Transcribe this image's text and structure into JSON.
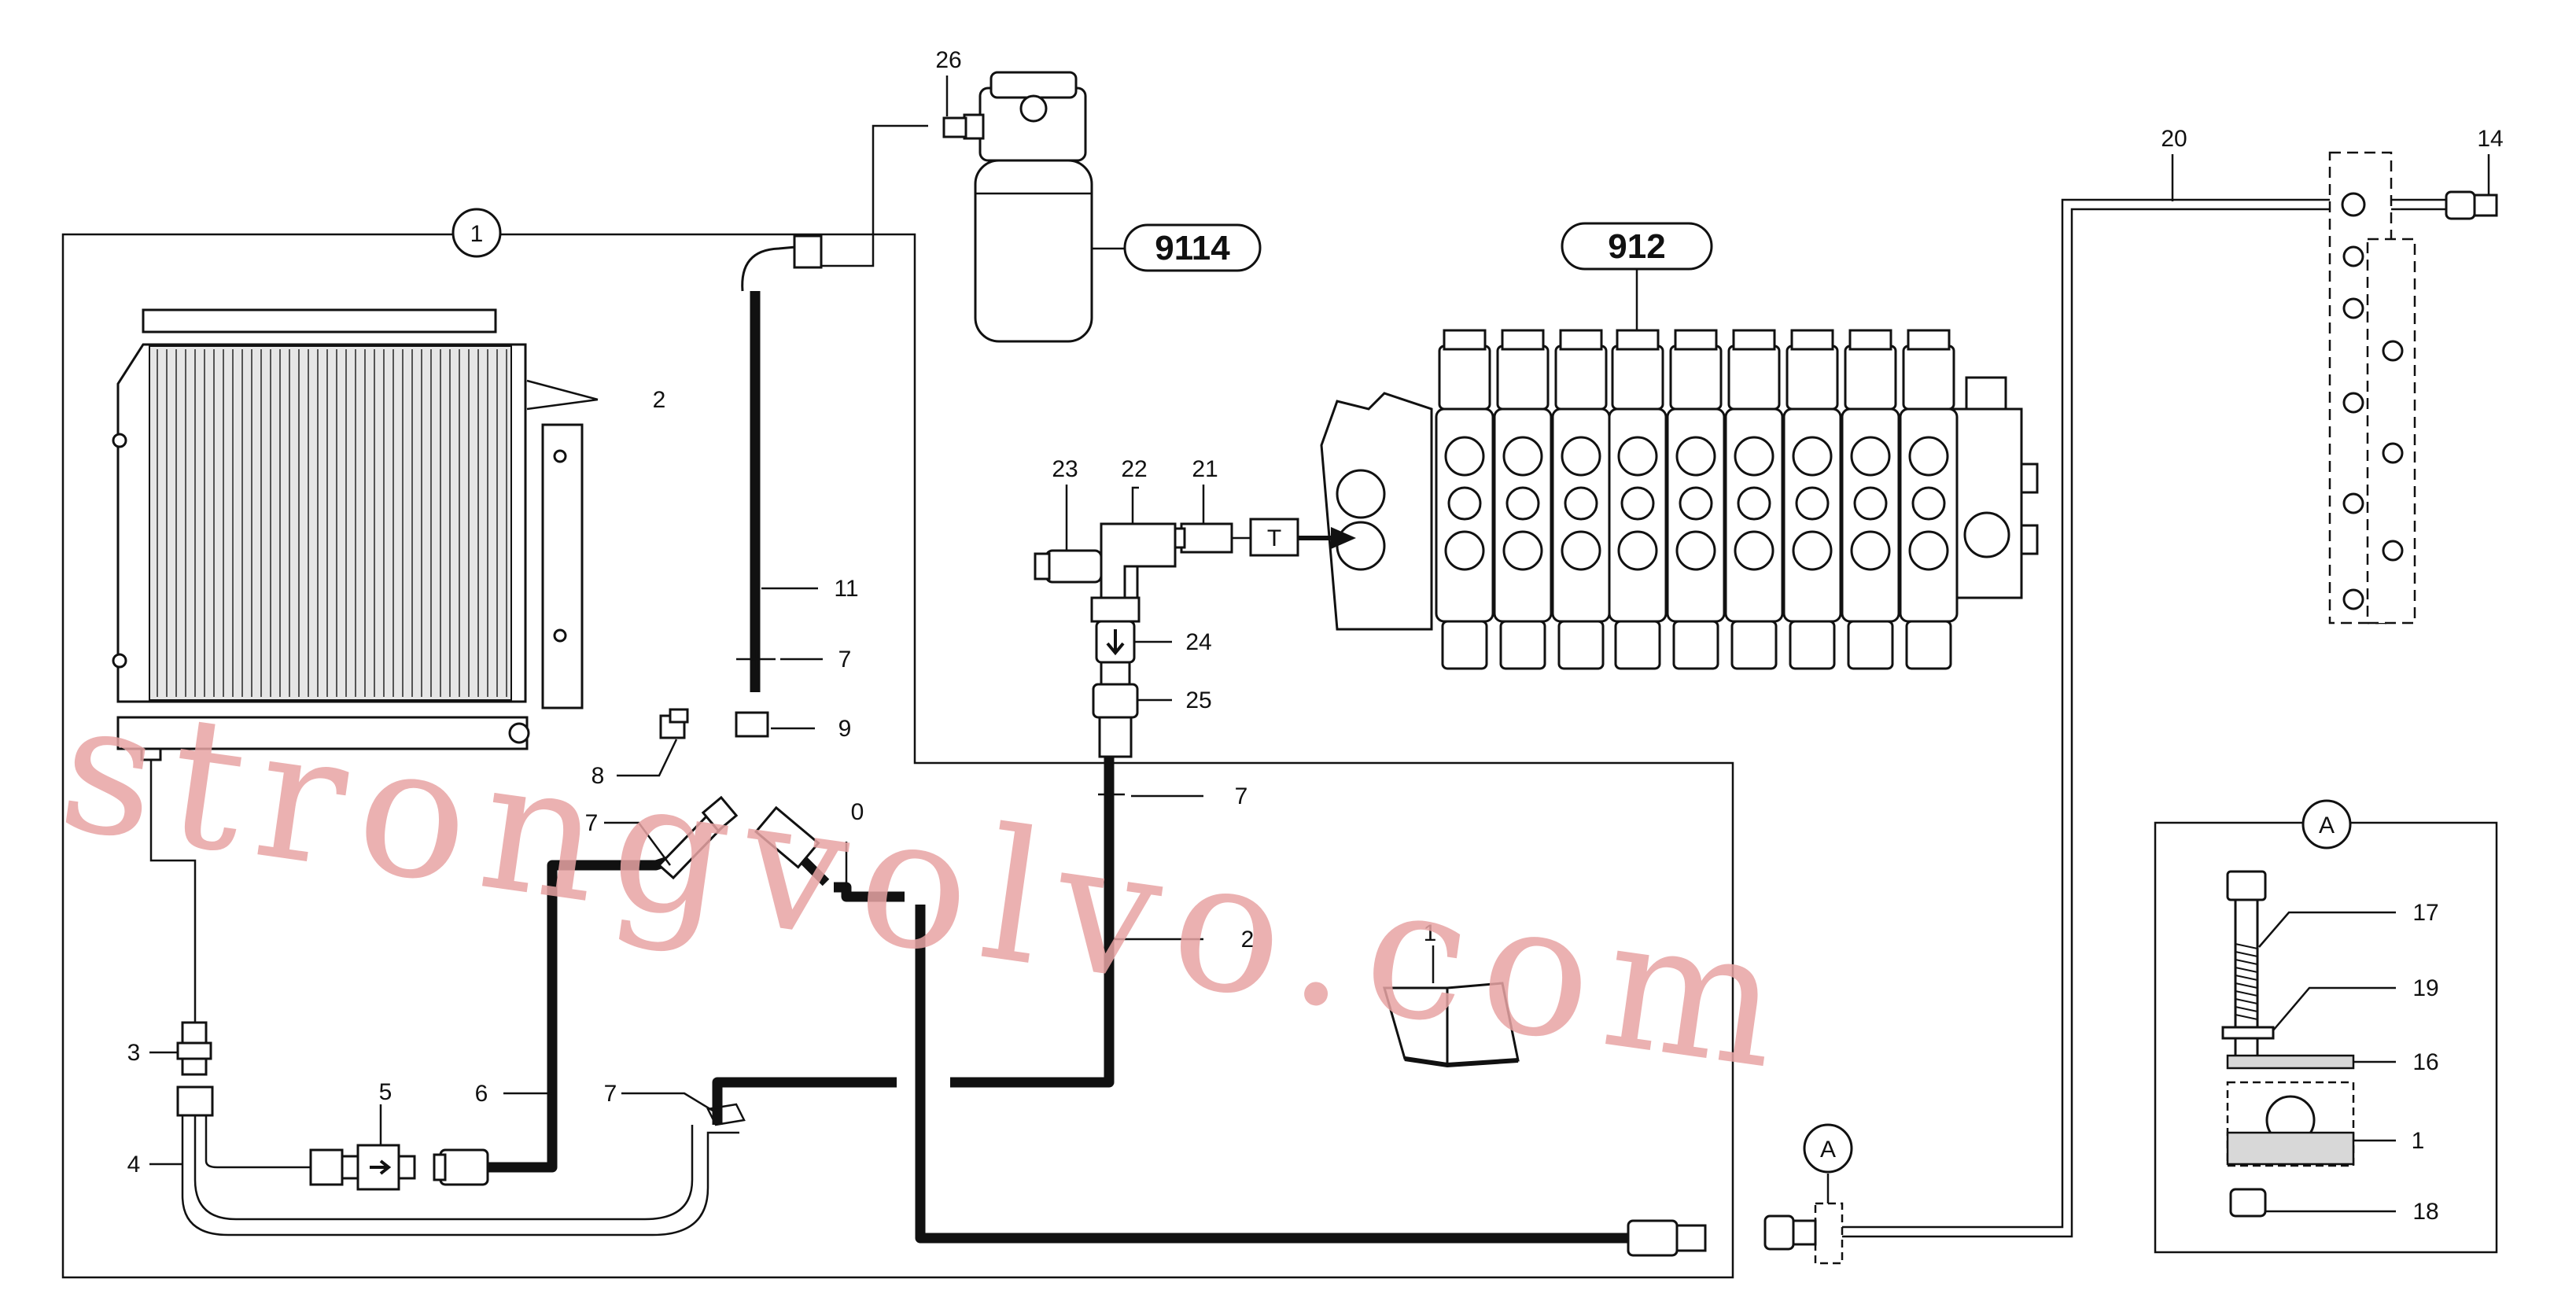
{
  "callouts": {
    "n1": "1",
    "n2": "2",
    "n3": "3",
    "n4": "4",
    "n5": "5",
    "n6": "6",
    "n7a": "7",
    "n7b": "7",
    "n7c": "7",
    "n7d": "7",
    "n8": "8",
    "n9": "9",
    "n0": "0",
    "n11": "11",
    "n2b": "2",
    "n1b": "1",
    "n14": "14",
    "n16": "16",
    "n17": "17",
    "n18": "18",
    "n19": "19",
    "n1c": "1",
    "n20": "20",
    "n21": "21",
    "n22": "22",
    "n23": "23",
    "n24": "24",
    "n25": "25",
    "n26": "26"
  },
  "refs": {
    "filter_group": "9114",
    "valve_group": "912",
    "detail_a": "A",
    "detail_a2": "A",
    "tank_port": "T"
  },
  "watermark": "strongvolvo.com"
}
